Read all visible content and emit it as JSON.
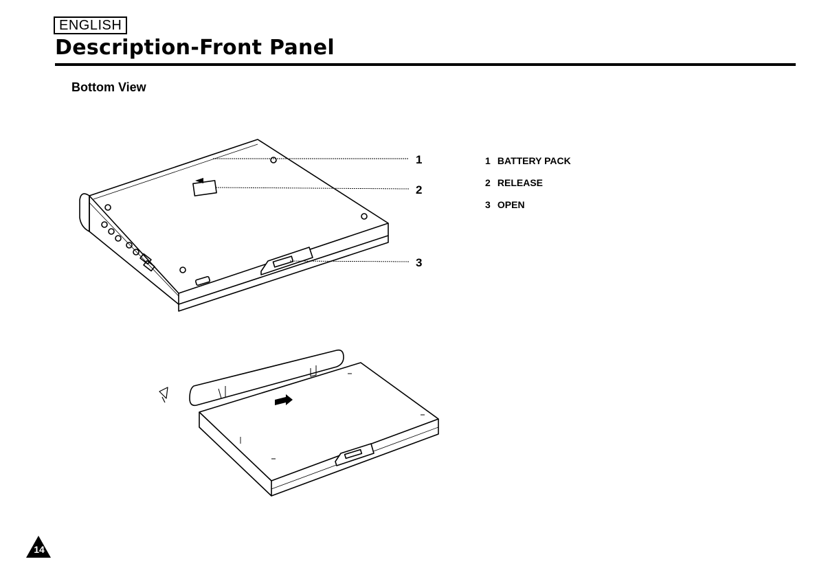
{
  "header": {
    "language": "ENGLISH",
    "title": "Description-Front Panel"
  },
  "section": {
    "heading": "Bottom View"
  },
  "callouts": [
    {
      "number": "1",
      "label": "BATTERY PACK"
    },
    {
      "number": "2",
      "label": "RELEASE"
    },
    {
      "number": "3",
      "label": "OPEN"
    }
  ],
  "footer": {
    "page_number": "14"
  },
  "icons": {
    "page_marker": "triangle-page-icon",
    "illustrations": [
      "player-bottom-view-illustration",
      "battery-removal-illustration"
    ]
  }
}
